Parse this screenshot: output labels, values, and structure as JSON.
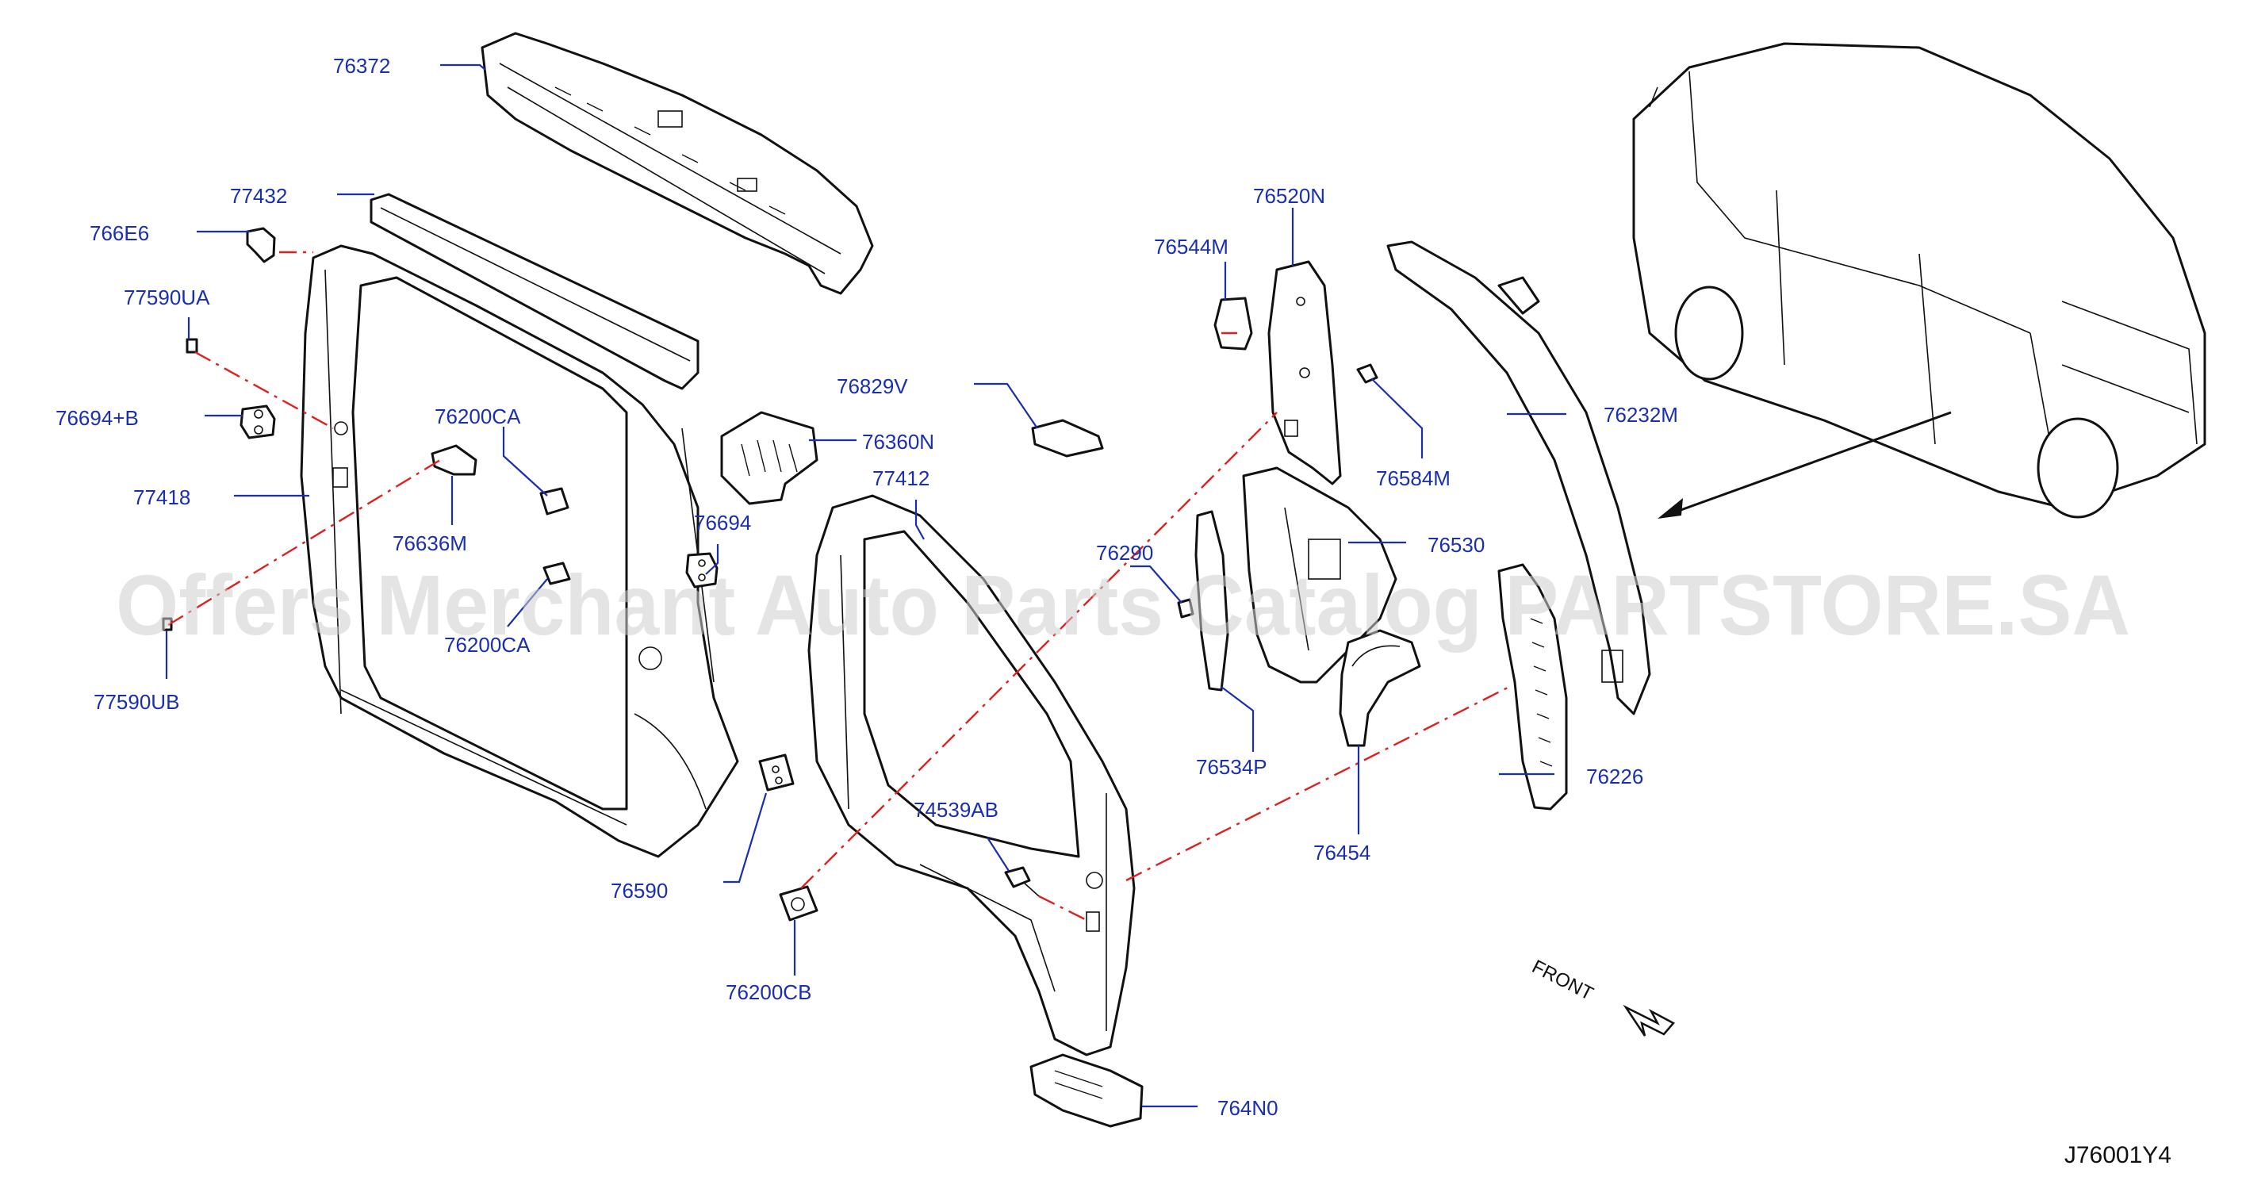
{
  "labels": {
    "p76372": "76372",
    "p77432": "77432",
    "p766E6": "766E6",
    "p77590UA": "77590UA",
    "p76694B": "76694+B",
    "p77418": "77418",
    "p76200CA_top": "76200CA",
    "p76636M": "76636M",
    "p76200CA_bot": "76200CA",
    "p77590UB": "77590UB",
    "p76694": "76694",
    "p76360N": "76360N",
    "p76829V": "76829V",
    "p77412": "77412",
    "p76590": "76590",
    "p74539AB": "74539AB",
    "p76200CB": "76200CB",
    "p764N0": "764N0",
    "p76520N": "76520N",
    "p76544M": "76544M",
    "p76584M": "76584M",
    "p76290": "76290",
    "p76530": "76530",
    "p76534P": "76534P",
    "p76454": "76454",
    "p76232M": "76232M",
    "p76226": "76226"
  },
  "front_label": "FRONT",
  "diagram_code": "J76001Y4",
  "watermark": "Offers Merchant Auto Parts Catalog PARTSTORE.SA",
  "colors": {
    "label": "#1a2fb0",
    "dashed_line": "#e02020",
    "line_art": "#111111"
  }
}
